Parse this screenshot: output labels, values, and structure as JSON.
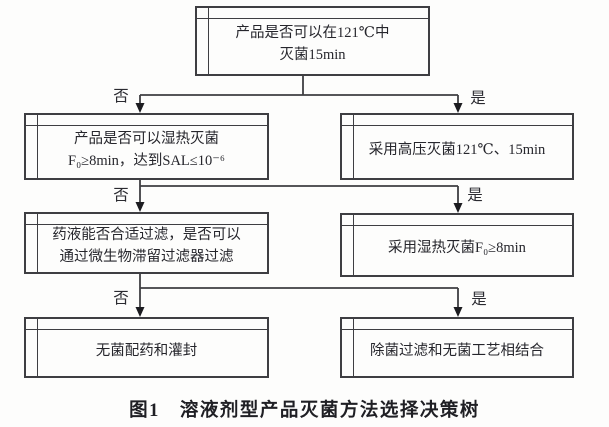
{
  "figure": {
    "caption": "图1　溶液剂型产品灭菌方法选择决策树"
  },
  "flowchart": {
    "branch_labels": {
      "no": "否",
      "yes": "是"
    },
    "nodes": {
      "q1": {
        "line1": "产品是否可以在121℃中",
        "line2": "灭菌15min"
      },
      "q2": {
        "line1": "产品是否可以湿热灭菌",
        "line2": "F₀≥8min，达到SAL≤10⁻⁶"
      },
      "a1": {
        "line1": "采用高压灭菌121℃、15min"
      },
      "q3": {
        "line1": "药液能否合适过滤，是否可以",
        "line2": "通过微生物滞留过滤器过滤"
      },
      "a2": {
        "line1": "采用湿热灭菌F₀≥8min"
      },
      "a3": {
        "line1": "无菌配药和灌封"
      },
      "a4": {
        "line1": "除菌过滤和无菌工艺相结合"
      }
    }
  }
}
